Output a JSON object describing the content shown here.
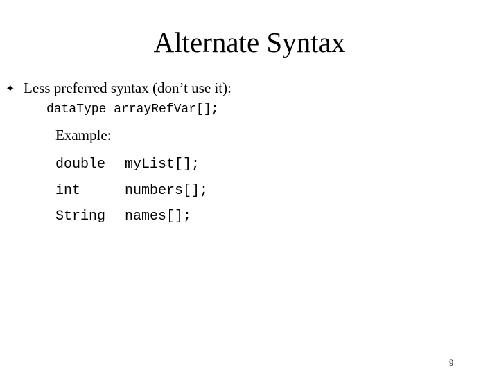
{
  "slide": {
    "title": "Alternate Syntax",
    "bullet": {
      "icon": "four-pointed-star-bullet-icon",
      "glyph": "✦",
      "text": "Less preferred syntax (don’t use it):"
    },
    "sub_bullet": {
      "dash": "–",
      "code": "dataType arrayRefVar[];"
    },
    "example_label": "Example:",
    "code_lines": [
      {
        "type": "double",
        "name": "myList[];"
      },
      {
        "type": "int",
        "name": "numbers[];"
      },
      {
        "type": "String",
        "name": "names[];"
      }
    ],
    "page_number": "9"
  }
}
